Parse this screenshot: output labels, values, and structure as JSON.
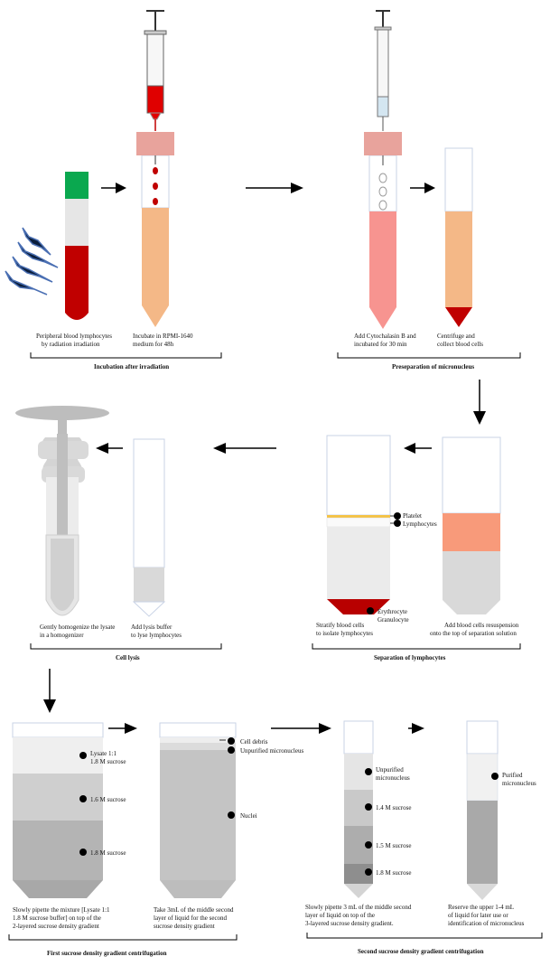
{
  "step1": {
    "caption": [
      "Peripheral blood lymphocytes",
      "by radiation irradiation"
    ],
    "tube_cap_color": "#0aa84f",
    "blood_color": "#c00000"
  },
  "step2": {
    "caption": [
      "Incubate in RPMI-1640",
      "medium for 48h"
    ],
    "medium_color": "#f4b887"
  },
  "group1_label": "Incubation after irradiation",
  "step3": {
    "caption": [
      "Add Cytochalasin B and",
      "incubated for 30 min"
    ],
    "medium_color": "#f79490"
  },
  "step4": {
    "caption": [
      "Centrifuge and",
      "collect blood cells"
    ]
  },
  "group2_label": "Preseparation of micronucleus",
  "step5": {
    "caption": [
      "Add blood cells resuspension",
      "onto the top of separation solution"
    ],
    "layer_color": "#f89a7a"
  },
  "step6": {
    "caption": [
      "Stratify blood cells",
      "to isolate lymphocytes"
    ],
    "labels": {
      "platelet": "Platelet",
      "lymphocytes": "Lymphocytes",
      "erythrocyte": "Erythrocyte",
      "granulocyte": "Granulocyte"
    },
    "platelet_color": "#f5c242"
  },
  "group3_label": "Separation of lymphocytes",
  "step7": {
    "caption": [
      "Add lysis buffer",
      "to lyse lymphocytes"
    ]
  },
  "step8": {
    "caption": [
      "Gently homogenize the lysate",
      "in a homogenizer"
    ]
  },
  "group4_label": "Cell lysis",
  "step9": {
    "caption": [
      "Slowly pipette the mixture [Lysate 1:1",
      "1.8 M sucrose buffer] on top of the",
      "2-layered sucrose density gradient"
    ],
    "labels": {
      "lysate_line1": "Lysate 1:1",
      "lysate_line2": "1.8 M sucrose",
      "mid": "1.6 M sucrose",
      "bottom": "1.8 M sucrose"
    }
  },
  "step10": {
    "caption": [
      "Take 3mL of the middle second",
      "layer of liquid for the second",
      "sucrose density gradient"
    ],
    "labels": {
      "debris": "Cell debris",
      "unpurified": "Unpurified micronucleus",
      "nuclei": "Nuclei"
    }
  },
  "group5_label": "First sucrose density gradient centrifugation",
  "step11": {
    "caption": [
      "Slowly pipette 3 mL of the middle second",
      "layer of liquid on top of the",
      "3-layered sucrose density gradient."
    ],
    "labels": {
      "unpurified_line1": "Unpurified",
      "unpurified_line2": "micronucleus",
      "l14": "1.4 M sucrose",
      "l15": "1.5 M sucrose",
      "l18": "1.8 M sucrose"
    }
  },
  "step12": {
    "caption": [
      "Reserve the upper 1-4 mL",
      "of liquid for later use or",
      "identification of micronucleus"
    ],
    "labels": {
      "purified_line1": "Purified",
      "purified_line2": "micronucleus"
    }
  },
  "group6_label": "Second sucrose density gradient centrifugation"
}
